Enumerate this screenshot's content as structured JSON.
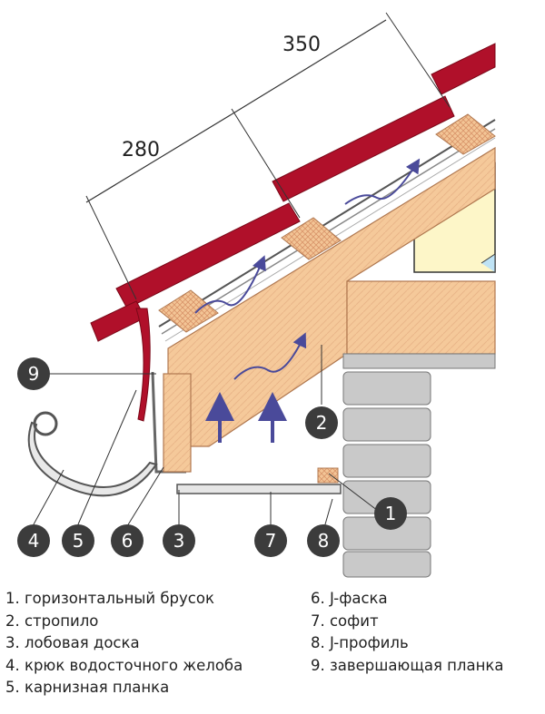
{
  "dimensions": {
    "batten_spacing_1": "280",
    "batten_spacing_2": "350"
  },
  "callouts": [
    {
      "id": "1",
      "label": "1"
    },
    {
      "id": "2",
      "label": "2"
    },
    {
      "id": "3",
      "label": "3"
    },
    {
      "id": "4",
      "label": "4"
    },
    {
      "id": "5",
      "label": "5"
    },
    {
      "id": "6",
      "label": "6"
    },
    {
      "id": "7",
      "label": "7"
    },
    {
      "id": "8",
      "label": "8"
    },
    {
      "id": "9",
      "label": "9"
    }
  ],
  "legend": {
    "left": [
      "1. горизонтальный брусок",
      "2. стропило",
      "3. лобовая доска",
      "4. крюк водосточного желоба",
      "5. карнизная планка"
    ],
    "right": [
      "6. J-фаска",
      "7. софит",
      "8. J-профиль",
      "9. завершающая планка"
    ]
  },
  "colors": {
    "roof_tile": "#b0102a",
    "timber": "#f5c99a",
    "timber_dark": "#e8a878",
    "brick": "#c9c9c9",
    "badge": "#3c3c3c",
    "air_arrow": "#4a4a9a",
    "wall_fill": "#fdf6c8"
  }
}
